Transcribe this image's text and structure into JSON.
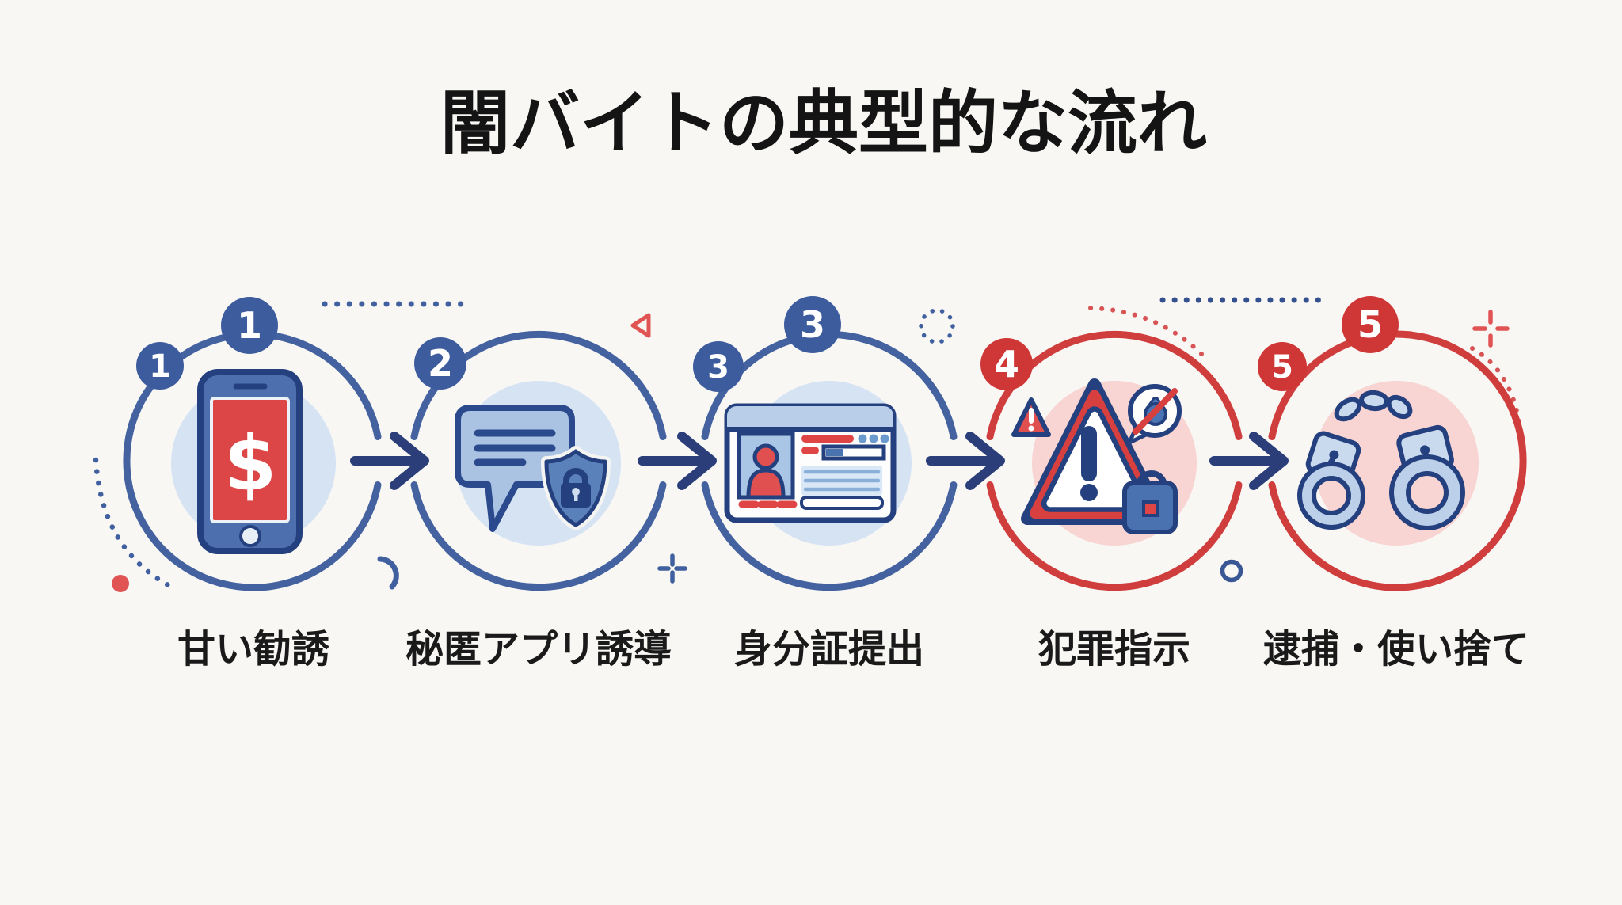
{
  "title": "闇バイトの典型的な流れ",
  "steps": [
    {
      "num": "1",
      "label": "甘い勧誘",
      "icon": "smartphone-money-icon"
    },
    {
      "num": "2",
      "label": "秘匿アプリ誘導",
      "icon": "chat-shield-lock-icon"
    },
    {
      "num": "3",
      "label": "身分証提出",
      "icon": "id-card-icon"
    },
    {
      "num": "4",
      "label": "犯罪指示",
      "icon": "warning-triangle-icon"
    },
    {
      "num": "5",
      "label": "逮捕・使い捨て",
      "icon": "handcuffs-icon"
    }
  ],
  "icons": {
    "dollar_symbol": "$",
    "step_icon_names": [
      "smartphone-money-icon",
      "chat-shield-lock-icon",
      "id-card-icon",
      "warning-triangle-icon",
      "handcuffs-icon"
    ]
  },
  "colors": {
    "background": "#f8f7f4",
    "primary_blue": "#44629f",
    "navy_outline": "#24407e",
    "primary_red": "#cf3d3d",
    "accent_red": "#e05050",
    "light_blue_fill": "#d6e3f3",
    "light_pink_fill": "#f8d4d2",
    "badge_blue": "#3d5c9e",
    "badge_red": "#cf3737",
    "arrow_navy": "#2b3e7a",
    "title_text": "#141414"
  }
}
